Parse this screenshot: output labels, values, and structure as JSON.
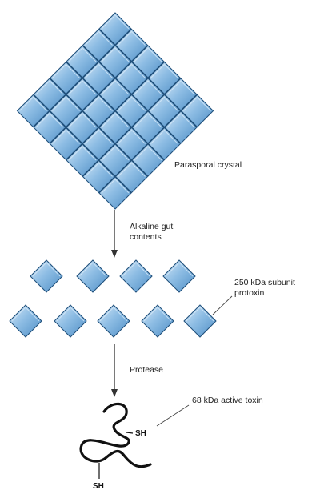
{
  "labels": {
    "parasporal_crystal": "Parasporal crystal",
    "alkaline_gut_line1": "Alkaline gut",
    "alkaline_gut_line2": "contents",
    "subunit_line1": "250 kDa subunit",
    "subunit_line2": "protoxin",
    "protease": "Protease",
    "active_toxin": "68 kDa active toxin",
    "sh_upper": "SH",
    "sh_lower": "SH"
  },
  "colors": {
    "tile_fill": "#7fb2dc",
    "tile_highlight": "#d6e8f7",
    "tile_stroke": "#1f4f7a",
    "arrow": "#333333",
    "chain": "#111111",
    "leader": "#444444"
  }
}
